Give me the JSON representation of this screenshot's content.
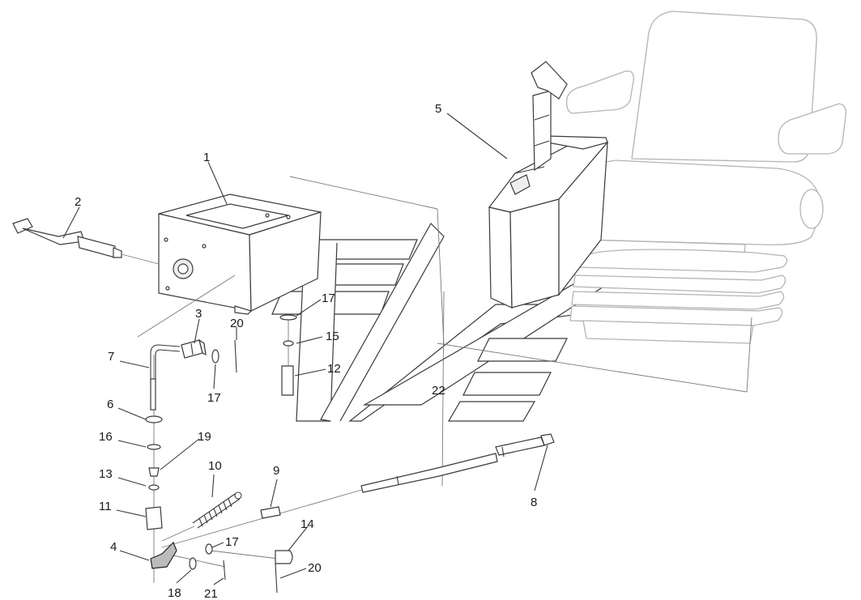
{
  "callouts": {
    "c1": "1",
    "c2": "2",
    "c3": "3",
    "c4": "4",
    "c5": "5",
    "c6": "6",
    "c7": "7",
    "c8": "8",
    "c9": "9",
    "c10": "10",
    "c11": "11",
    "c12": "12",
    "c13": "13",
    "c14": "14",
    "c15": "15",
    "c16": "16",
    "c17a": "17",
    "c17b": "17",
    "c17c": "17",
    "c18": "18",
    "c19": "19",
    "c20a": "20",
    "c20b": "20",
    "c21": "21",
    "c22": "22"
  }
}
